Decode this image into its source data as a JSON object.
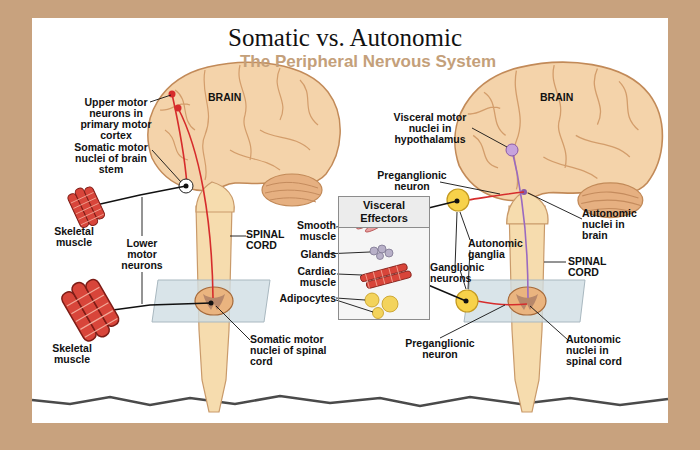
{
  "diagram": {
    "title": "Somatic vs. Autonomic",
    "nodes": [
      {
        "text": [
          "Visceral Effectors"
        ]
      }
    ],
    "labels": [
      "The Peripheral Nervous System",
      "Upper motor neurons in primary motor cortex",
      "BRAIN",
      "Somatic motor nuclei of brain stem",
      "Skeletal muscle",
      "Lower motor neurons",
      "SPINAL CORD",
      "Skeletal muscle",
      "Somatic motor nuclei of spinal cord",
      "BRAIN",
      "Visceral motor nuclei in hypothalamus",
      "Preganglionic neuron",
      "Smooth muscle",
      "Glands",
      "Cardiac muscle",
      "Adipocytes",
      "Autonomic ganglia",
      "Autonomic nuclei in brain",
      "Ganglionic neurons",
      "SPINAL CORD",
      "Preganglionic neuron",
      "Autonomic nuclei in spinal cord"
    ]
  }
}
